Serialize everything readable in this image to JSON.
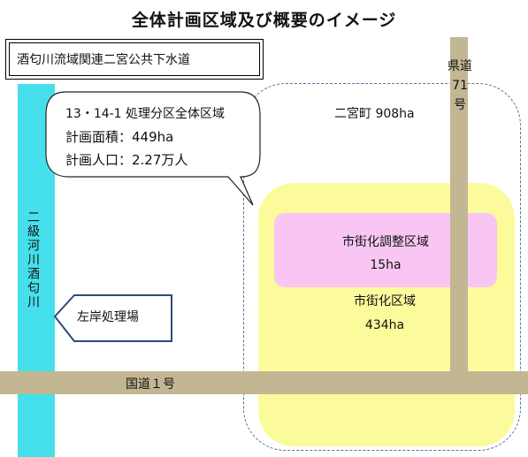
{
  "title": "全体計画区域及び概要のイメージ",
  "project_name": "酒匂川流域関連二宮公共下水道",
  "callout": {
    "line1": "13・14-1 処理分区全体区域",
    "line2": "計画面積：449ha",
    "line3": "計画人口：2.27万人"
  },
  "town_area": "二宮町 908ha",
  "adjustment_zone": {
    "name": "市街化調整区域",
    "area": "15ha"
  },
  "urbanization_zone": {
    "name": "市街化区域",
    "area": "434ha"
  },
  "river_label": "二級河川酒匂川",
  "prefectural_road_label": {
    "line1": "県道",
    "line2": "71",
    "line3": "号"
  },
  "national_road_label": "国道１号",
  "plant_label": "左岸処理場",
  "colors": {
    "river": "#45e0ec",
    "road": "#c2b792",
    "urbanization_zone": "#fbfb9c",
    "adjustment_zone": "#f9c6f4",
    "area_outline": "#5a6fa0"
  }
}
